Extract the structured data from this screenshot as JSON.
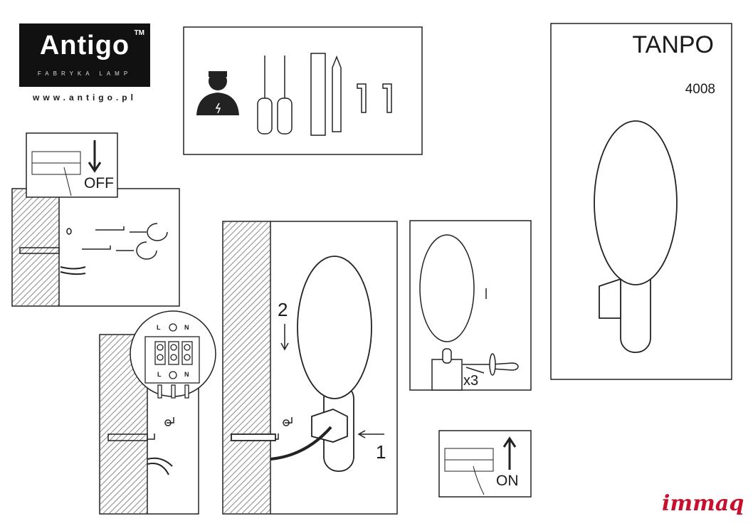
{
  "brand": {
    "name": "Antigo",
    "trademark": "TM",
    "tagline": "FABRYKA LAMP",
    "url": "www.antigo.pl"
  },
  "product": {
    "name": "TANPO",
    "code": "4008"
  },
  "steps": {
    "power_off": "OFF",
    "power_on": "ON",
    "step1": "1",
    "step2": "2",
    "screws": "x3"
  },
  "terminal": {
    "live": "L",
    "neutral": "N"
  },
  "footer_logo": "immaq",
  "colors": {
    "ink": "#1a1a1a",
    "brand_red": "#c8102e"
  }
}
